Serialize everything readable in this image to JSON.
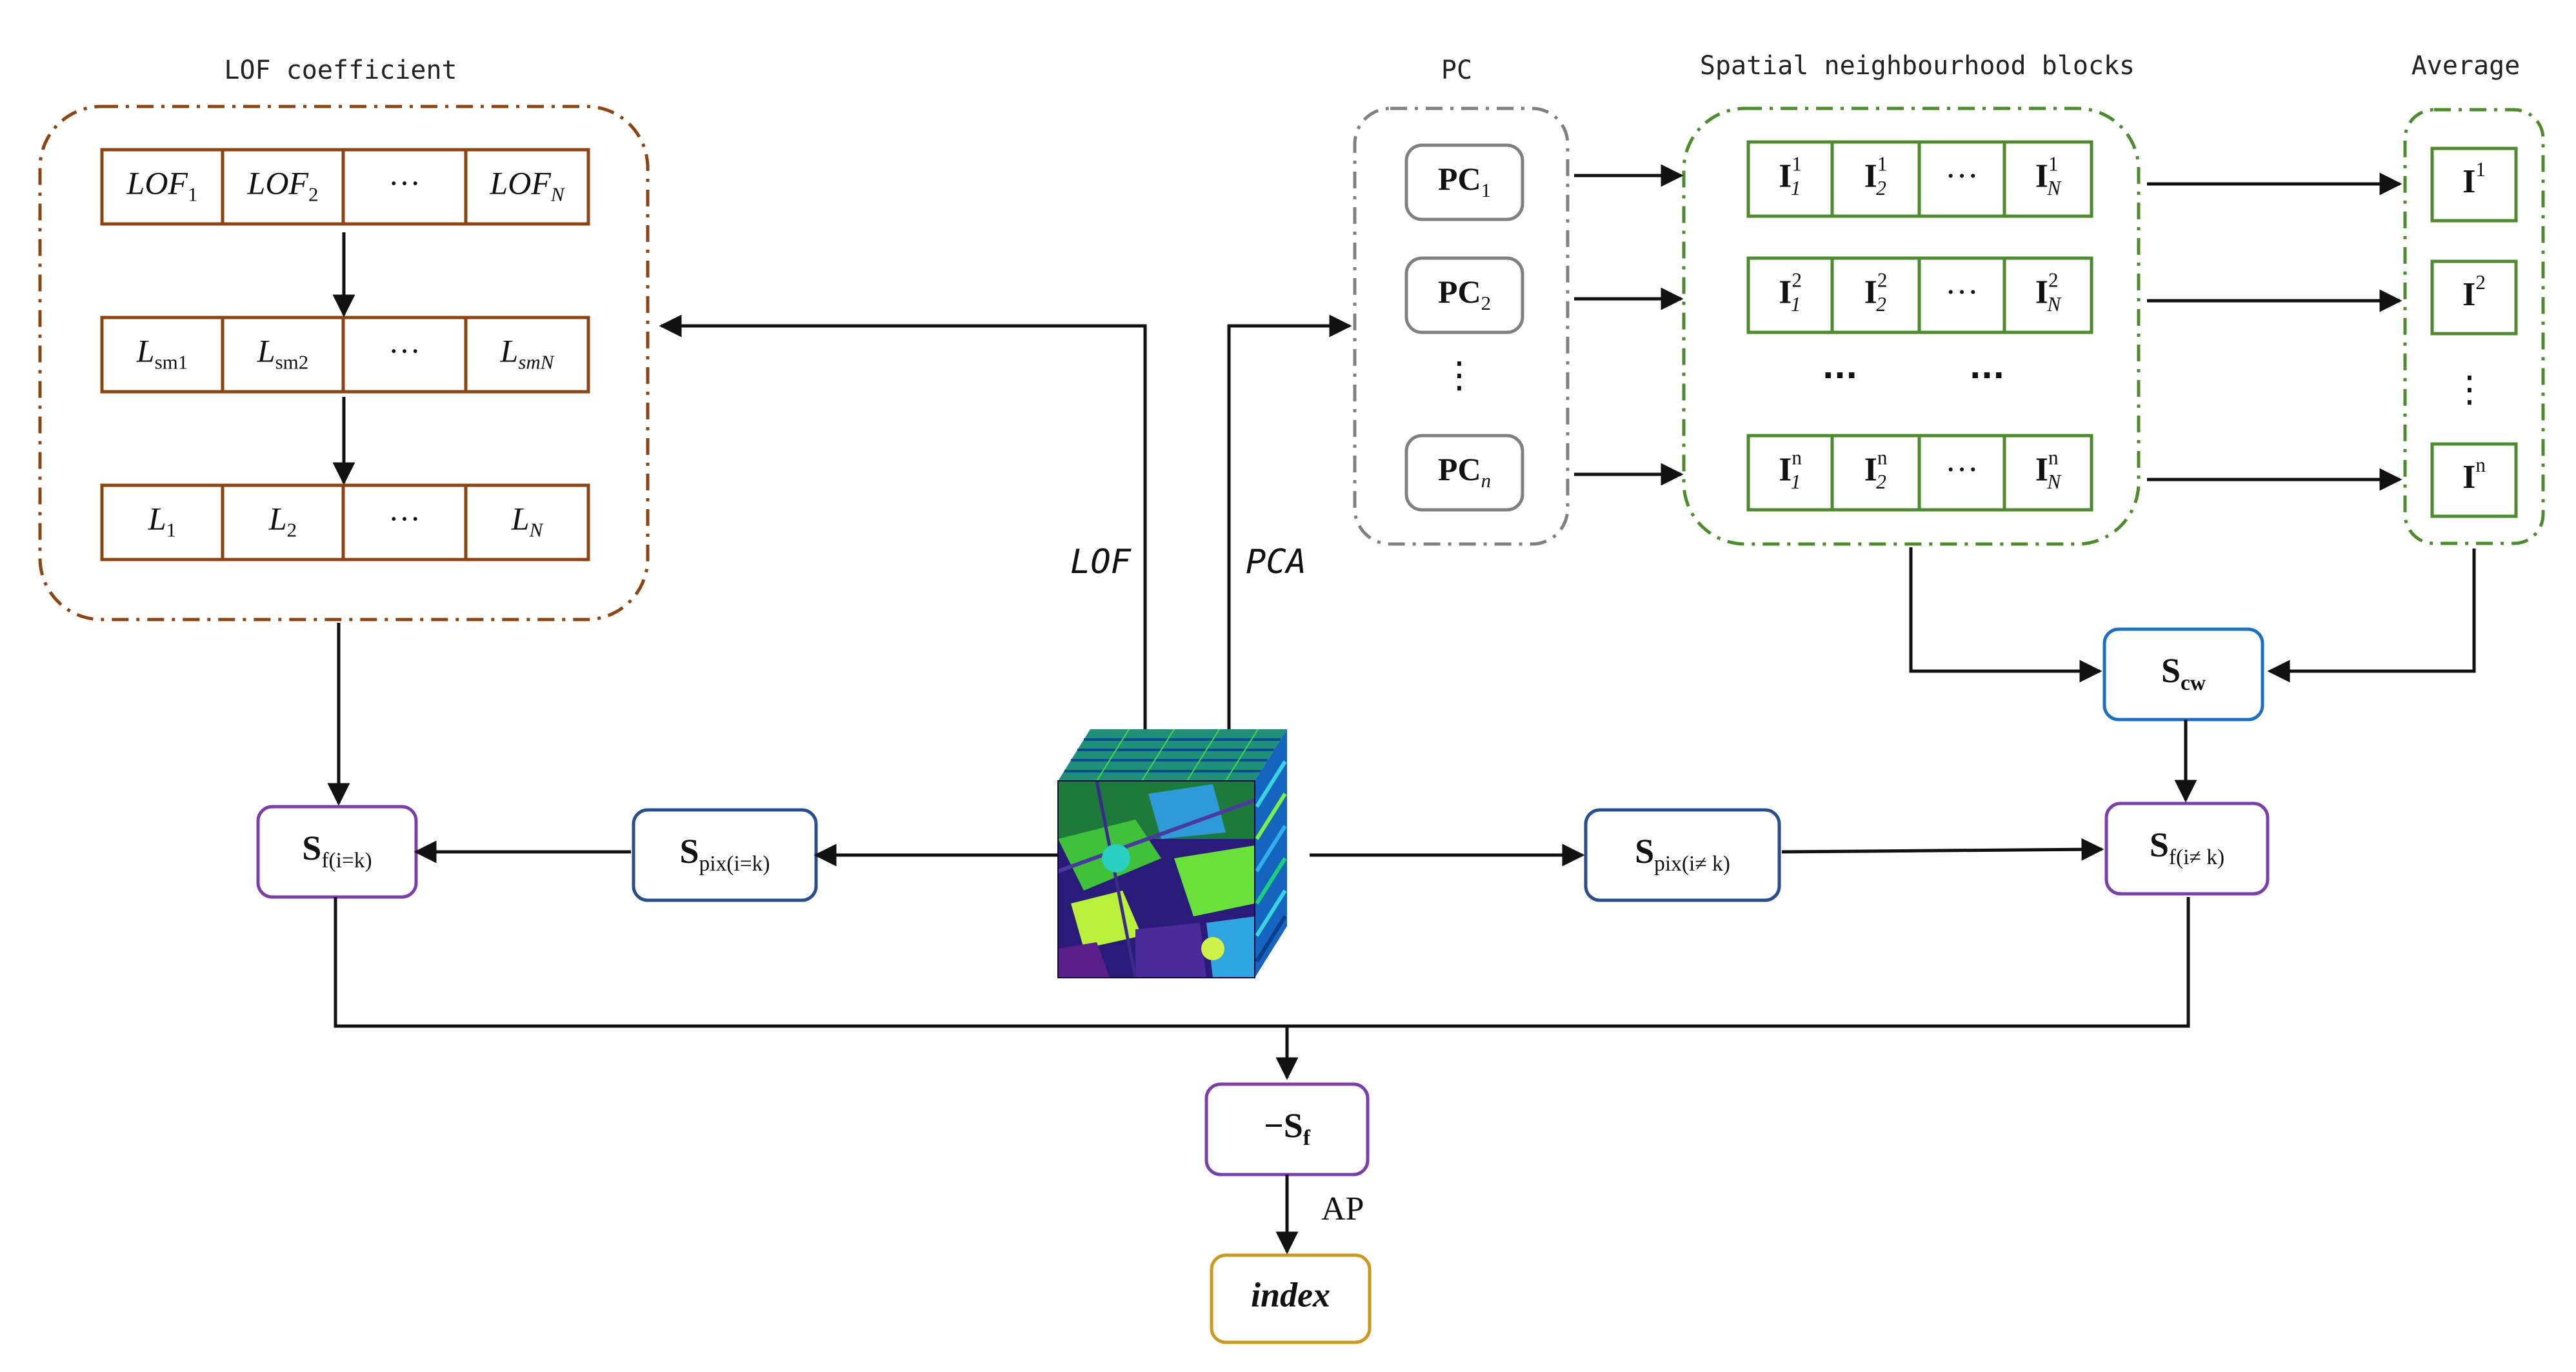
{
  "colors": {
    "lof_group": "#8B4513",
    "gray_group": "#808080",
    "green_group": "#4E8A2E",
    "blue_node": "#1E6FC0",
    "navy_node": "#2A4E8C",
    "purple_node": "#7A3FA8",
    "gold_node": "#C89A1E",
    "edge": "#111111"
  },
  "groups": {
    "lof_title": "LOF coefficient",
    "pc_title": "PC",
    "spatial_title": "Spatial neighbourhood blocks",
    "average_title": "Average"
  },
  "lof_rows": [
    {
      "cells": [
        {
          "base": "LOF",
          "sub": "1"
        },
        {
          "base": "LOF",
          "sub": "2"
        },
        {
          "base": "···"
        },
        {
          "base": "LOF",
          "sub": "N"
        }
      ]
    },
    {
      "cells": [
        {
          "base": "L",
          "sub": "sm1"
        },
        {
          "base": "L",
          "sub": "sm2"
        },
        {
          "base": "···"
        },
        {
          "base": "L",
          "sub": "smN"
        }
      ]
    },
    {
      "cells": [
        {
          "base": "L",
          "sub": "1"
        },
        {
          "base": "L",
          "sub": "2"
        },
        {
          "base": "···"
        },
        {
          "base": "L",
          "sub": "N"
        }
      ]
    }
  ],
  "pc_items": [
    {
      "base": "PC",
      "sub": "1"
    },
    {
      "base": "PC",
      "sub": "2"
    },
    {
      "base": "PC",
      "sub": "n"
    }
  ],
  "pc_vdots": "⋮",
  "spatial_rows": [
    {
      "cells": [
        {
          "base": "I",
          "sup": "1",
          "sub": "1"
        },
        {
          "base": "I",
          "sup": "1",
          "sub": "2"
        },
        {
          "base": "···"
        },
        {
          "base": "I",
          "sup": "1",
          "sub": "N"
        }
      ]
    },
    {
      "cells": [
        {
          "base": "I",
          "sup": "2",
          "sub": "1"
        },
        {
          "base": "I",
          "sup": "2",
          "sub": "2"
        },
        {
          "base": "···"
        },
        {
          "base": "I",
          "sup": "2",
          "sub": "N"
        }
      ]
    },
    {
      "cells": [
        {
          "base": "I",
          "sup": "n",
          "sub": "1"
        },
        {
          "base": "I",
          "sup": "n",
          "sub": "2"
        },
        {
          "base": "···"
        },
        {
          "base": "I",
          "sup": "n",
          "sub": "N"
        }
      ]
    }
  ],
  "spatial_dots": [
    "···",
    "···"
  ],
  "average_items": [
    {
      "base": "I",
      "sup": "1"
    },
    {
      "base": "I",
      "sup": "2"
    },
    {
      "base": "I",
      "sup": "n"
    }
  ],
  "average_vdots": "⋮",
  "nodes": {
    "s_cw": {
      "base": "S",
      "sub": "cw"
    },
    "s_f_eq": {
      "base": "S",
      "sub": "f(i=k)"
    },
    "s_pix_eq": {
      "base": "S",
      "sub": "pix(i=k)"
    },
    "s_pix_neq": {
      "base": "S",
      "sub": "pix(i≠ k)"
    },
    "s_f_neq": {
      "base": "S",
      "sub": "f(i≠ k)"
    },
    "neg_s_f": {
      "base": "−S",
      "sub": "f"
    },
    "index": {
      "base": "index"
    }
  },
  "edge_labels": {
    "lof": "LOF",
    "pca": "PCA",
    "ap": "AP"
  },
  "cube_image": "hyperspectral-cube"
}
